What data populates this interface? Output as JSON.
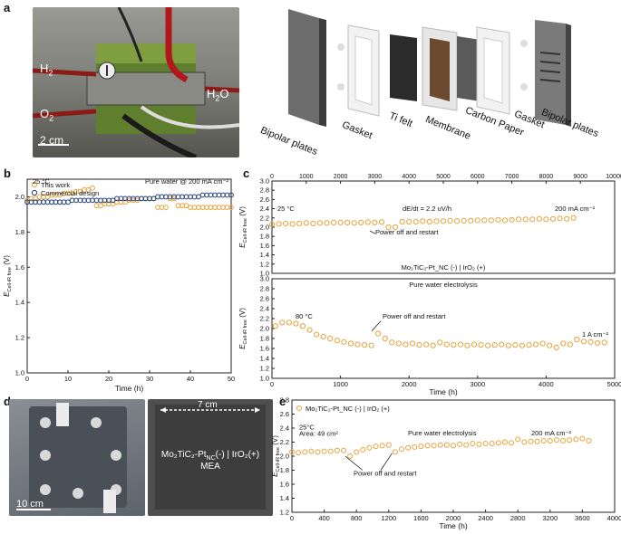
{
  "panel_a": {
    "letter": "a",
    "photo_labels": {
      "h2": "H",
      "h2_sub": "2",
      "o2": "O",
      "o2_sub": "2",
      "h2o": "H",
      "h2o_sub": "2",
      "h2o_tail": "O",
      "scale": "2 cm"
    },
    "exploded_labels": [
      "Bipolar plates",
      "Gasket",
      "Ti felt",
      "Membrane",
      "Carbon Paper",
      "Gasket",
      "Bipolar plates"
    ]
  },
  "panel_b": {
    "letter": "b"
  },
  "panel_c": {
    "letter": "c"
  },
  "panel_d": {
    "letter": "d",
    "scale": "10 cm",
    "dimension": "7 cm",
    "mea_line1": "Mo₂TiC₂-Pt",
    "mea_sub": "NC",
    "mea_line1_tail": "(-) | IrO₂(+)",
    "mea_line2": "MEA"
  },
  "panel_e": {
    "letter": "e"
  },
  "chart_data": [
    {
      "id": "b",
      "type": "scatter",
      "xlabel": "Time (h)",
      "ylabel": "E_Cell-iR free (V)",
      "xlim": [
        0,
        50
      ],
      "ylim": [
        1.0,
        2.1
      ],
      "xticks": [
        0,
        10,
        20,
        30,
        40,
        50
      ],
      "yticks": [
        1.0,
        1.2,
        1.4,
        1.6,
        1.8,
        2.0
      ],
      "legend": "top-left",
      "annotations": [
        "25 °C",
        "Pure water @ 200 mA cm⁻²"
      ],
      "series": [
        {
          "name": "This work",
          "color": "#e8a23a",
          "open": true,
          "x": [
            0,
            1,
            2,
            3,
            4,
            5,
            6,
            7,
            8,
            9,
            10,
            11,
            12,
            13,
            14,
            15,
            16,
            17,
            18,
            19,
            20,
            21,
            22,
            23,
            24,
            25,
            26,
            27,
            28,
            29,
            30,
            31,
            32,
            33,
            34,
            35,
            36,
            37,
            38,
            39,
            40,
            41,
            42,
            43,
            44,
            45,
            46,
            47,
            48,
            49,
            50
          ],
          "y": [
            1.98,
            1.99,
            1.99,
            2.0,
            2.0,
            2.0,
            2.01,
            2.01,
            2.01,
            2.02,
            2.02,
            2.02,
            2.03,
            2.03,
            2.04,
            2.04,
            2.05,
            1.95,
            1.95,
            1.96,
            1.96,
            1.96,
            1.97,
            1.97,
            1.97,
            1.98,
            1.98,
            1.98,
            1.99,
            1.99,
            1.99,
            1.99,
            1.94,
            1.94,
            1.94,
            1.99,
            1.99,
            1.95,
            1.95,
            1.95,
            1.94,
            1.94,
            1.94,
            1.94,
            1.94,
            1.94,
            1.94,
            1.94,
            1.94,
            1.94,
            1.94
          ]
        },
        {
          "name": "Commercial design",
          "color": "#1f3d7a",
          "open": true,
          "x": [
            0,
            1,
            2,
            3,
            4,
            5,
            6,
            7,
            8,
            9,
            10,
            11,
            12,
            13,
            14,
            15,
            16,
            17,
            18,
            19,
            20,
            21,
            22,
            23,
            24,
            25,
            26,
            27,
            28,
            29,
            30,
            31,
            32,
            33,
            34,
            35,
            36,
            37,
            38,
            39,
            40,
            41,
            42,
            43,
            44,
            45,
            46,
            47,
            48,
            49,
            50
          ],
          "y": [
            1.97,
            1.97,
            1.97,
            1.97,
            1.97,
            1.97,
            1.97,
            1.97,
            1.97,
            1.97,
            1.97,
            1.98,
            1.98,
            1.98,
            1.98,
            1.98,
            1.98,
            1.98,
            1.98,
            1.98,
            1.98,
            1.98,
            1.99,
            1.99,
            1.99,
            1.99,
            1.99,
            1.99,
            1.99,
            1.99,
            1.99,
            1.99,
            2.0,
            2.0,
            2.0,
            2.0,
            2.0,
            2.0,
            2.0,
            2.0,
            2.0,
            2.0,
            2.0,
            2.01,
            2.01,
            2.01,
            2.01,
            2.01,
            2.01,
            2.01,
            2.01
          ]
        }
      ]
    },
    {
      "id": "c-top",
      "type": "scatter",
      "xlabel": "",
      "ylabel": "E_Cell-iR free (V)",
      "xlim": [
        0,
        10000
      ],
      "ylim": [
        1.0,
        3.0
      ],
      "xticks": [
        0,
        1000,
        2000,
        3000,
        4000,
        5000,
        6000,
        7000,
        8000,
        9000,
        10000
      ],
      "xticks_position": "top",
      "yticks": [
        1.0,
        1.2,
        1.4,
        1.6,
        1.8,
        2.0,
        2.2,
        2.4,
        2.6,
        2.8,
        3.0
      ],
      "annotations": [
        "25 °C",
        "dE/dt = 2.2 uV/h",
        "200 mA cm⁻²",
        "Power off and restart",
        "Mo₂TiC₂-Pt_NC (-) | IrO₂ (+)"
      ],
      "series": [
        {
          "name": "",
          "color": "#e8a23a",
          "open": true,
          "x": [
            0,
            200,
            400,
            600,
            800,
            1000,
            1200,
            1400,
            1600,
            1800,
            2000,
            2200,
            2400,
            2600,
            2800,
            3000,
            3200,
            3400,
            3600,
            3800,
            4000,
            4200,
            4400,
            4600,
            4800,
            5000,
            5200,
            5400,
            5600,
            5800,
            6000,
            6200,
            6400,
            6600,
            6800,
            7000,
            7200,
            7400,
            7600,
            7800,
            8000,
            8200,
            8400,
            8600,
            8800
          ],
          "y": [
            2.06,
            2.07,
            2.08,
            2.07,
            2.08,
            2.09,
            2.08,
            2.09,
            2.09,
            2.1,
            2.1,
            2.1,
            2.09,
            2.1,
            2.11,
            2.1,
            2.11,
            2.0,
            2.0,
            2.12,
            2.12,
            2.12,
            2.13,
            2.12,
            2.13,
            2.13,
            2.14,
            2.13,
            2.14,
            2.14,
            2.15,
            2.15,
            2.15,
            2.16,
            2.15,
            2.16,
            2.17,
            2.17,
            2.17,
            2.18,
            2.17,
            2.18,
            2.19,
            2.18,
            2.2
          ]
        }
      ]
    },
    {
      "id": "c-bottom",
      "type": "scatter",
      "xlabel": "Time (h)",
      "ylabel": "E_Cell-iR free (V)",
      "title": "Pure water electrolysis",
      "xlim": [
        0,
        5000
      ],
      "ylim": [
        1.0,
        3.0
      ],
      "xticks": [
        0,
        1000,
        2000,
        3000,
        4000,
        5000
      ],
      "yticks": [
        1.0,
        1.2,
        1.4,
        1.6,
        1.8,
        2.0,
        2.2,
        2.4,
        2.6,
        2.8,
        3.0
      ],
      "annotations": [
        "80 °C",
        "Power off and restart",
        "1 A cm⁻²"
      ],
      "series": [
        {
          "name": "",
          "color": "#e8a23a",
          "open": true,
          "x": [
            50,
            150,
            250,
            350,
            450,
            550,
            650,
            750,
            850,
            950,
            1050,
            1150,
            1250,
            1350,
            1450,
            1550,
            1650,
            1750,
            1850,
            1950,
            2050,
            2150,
            2250,
            2350,
            2450,
            2550,
            2650,
            2750,
            2850,
            2950,
            3050,
            3150,
            3250,
            3350,
            3450,
            3550,
            3650,
            3750,
            3850,
            3950,
            4050,
            4150,
            4250,
            4350,
            4450,
            4550,
            4650,
            4750,
            4850
          ],
          "y": [
            2.05,
            2.12,
            2.12,
            2.1,
            2.05,
            1.97,
            1.88,
            1.84,
            1.8,
            1.76,
            1.73,
            1.7,
            1.68,
            1.67,
            1.66,
            1.9,
            1.8,
            1.72,
            1.7,
            1.68,
            1.7,
            1.67,
            1.68,
            1.66,
            1.72,
            1.68,
            1.67,
            1.68,
            1.66,
            1.68,
            1.67,
            1.66,
            1.67,
            1.68,
            1.66,
            1.67,
            1.66,
            1.67,
            1.68,
            1.7,
            1.66,
            1.62,
            1.7,
            1.68,
            1.78,
            1.74,
            1.73,
            1.71,
            1.72
          ]
        }
      ]
    },
    {
      "id": "e",
      "type": "scatter",
      "xlabel": "Time (h)",
      "ylabel": "E_Cell-iR free (V)",
      "xlim": [
        0,
        4000
      ],
      "ylim": [
        1.2,
        2.8
      ],
      "xticks": [
        0,
        400,
        800,
        1200,
        1600,
        2000,
        2400,
        2800,
        3200,
        3600,
        4000
      ],
      "yticks": [
        1.2,
        1.4,
        1.6,
        1.8,
        2.0,
        2.2,
        2.4,
        2.6,
        2.8
      ],
      "legend": "top-left",
      "annotations": [
        "25°C",
        "Area: 49 cm²",
        "Pure water electrolysis",
        "200 mA cm⁻²",
        "Power off and restart"
      ],
      "series": [
        {
          "name": "Mo₂TiC₂-Pt_NC (-) | IrO₂ (+)",
          "color": "#e8a23a",
          "open": true,
          "x": [
            0,
            80,
            160,
            240,
            320,
            400,
            480,
            560,
            640,
            720,
            800,
            880,
            960,
            1040,
            1120,
            1200,
            1280,
            1360,
            1440,
            1520,
            1600,
            1680,
            1760,
            1840,
            1920,
            2000,
            2080,
            2160,
            2240,
            2320,
            2400,
            2480,
            2560,
            2640,
            2720,
            2800,
            2880,
            2960,
            3040,
            3120,
            3200,
            3280,
            3360,
            3440,
            3520,
            3600,
            3680
          ],
          "y": [
            2.06,
            2.05,
            2.06,
            2.07,
            2.06,
            2.07,
            2.07,
            2.08,
            2.08,
            2.0,
            2.06,
            2.09,
            2.12,
            2.14,
            2.15,
            2.16,
            2.06,
            2.1,
            2.12,
            2.13,
            2.14,
            2.15,
            2.15,
            2.16,
            2.16,
            2.15,
            2.17,
            2.16,
            2.18,
            2.17,
            2.18,
            2.18,
            2.19,
            2.2,
            2.19,
            2.24,
            2.2,
            2.21,
            2.21,
            2.22,
            2.22,
            2.23,
            2.22,
            2.23,
            2.24,
            2.25,
            2.22
          ]
        }
      ]
    }
  ]
}
